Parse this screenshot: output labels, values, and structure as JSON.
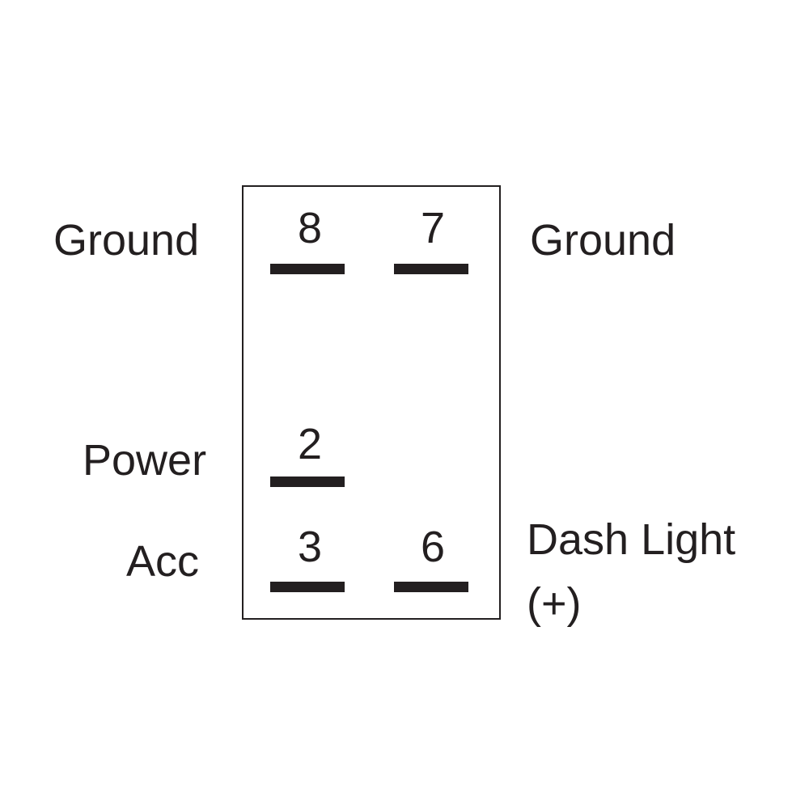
{
  "switch": {
    "pins": [
      {
        "id": "pin-8",
        "number": "8",
        "label": "Ground"
      },
      {
        "id": "pin-7",
        "number": "7",
        "label": "Ground"
      },
      {
        "id": "pin-2",
        "number": "2",
        "label": "Power"
      },
      {
        "id": "pin-3",
        "number": "3",
        "label": "Acc"
      },
      {
        "id": "pin-6",
        "number": "6",
        "label_line1": "Dash Light",
        "label_line2": "(+)"
      }
    ]
  },
  "colors": {
    "ink": "#231f20",
    "background": "#ffffff"
  }
}
